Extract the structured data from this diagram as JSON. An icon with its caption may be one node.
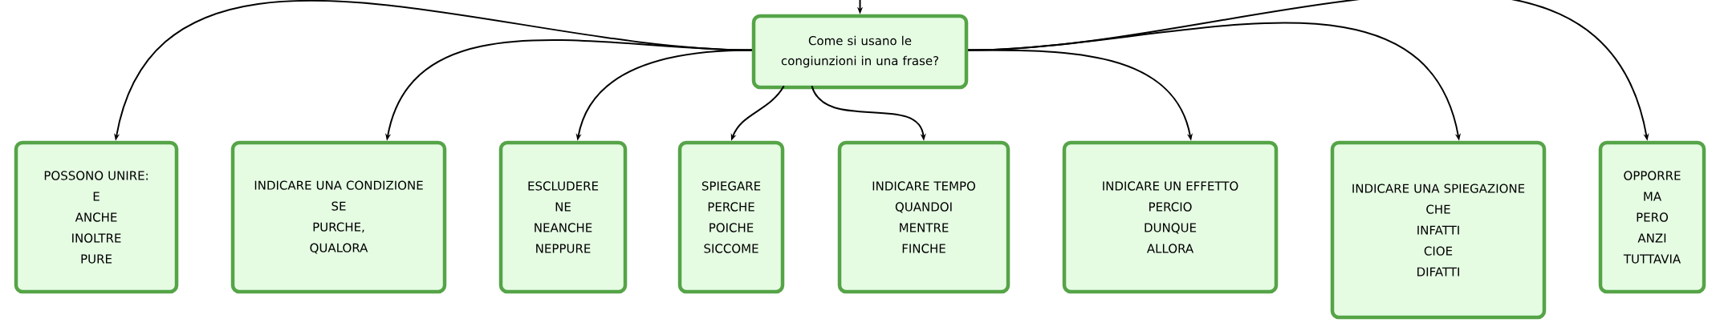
{
  "diagram": {
    "nodes": [
      {
        "text": [
          "Come si usano le congiunzioni in una frase?"
        ]
      },
      {
        "text": [
          "POSSONO UNIRE:",
          "E",
          "ANCHE",
          "INOLTRE",
          "PURE"
        ]
      },
      {
        "text": [
          "INDICARE UNA CONDIZIONE",
          "SE",
          "PURCHE,",
          "QUALORA"
        ]
      },
      {
        "text": [
          "ESCLUDERE",
          "NE",
          "NEANCHE",
          "NEPPURE"
        ]
      },
      {
        "text": [
          "SPIEGARE",
          "PERCHE",
          "POICHE",
          "SICCOME"
        ]
      },
      {
        "text": [
          "INDICARE TEMPO",
          "QUANDOI",
          "MENTRE",
          "FINCHE"
        ]
      },
      {
        "text": [
          "INDICARE UN EFFETTO",
          "PERCIO",
          "DUNQUE",
          "ALLORA"
        ]
      },
      {
        "text": [
          "INDICARE UNA SPIEGAZIONE",
          "CHE",
          "INFATTI",
          "CIOE",
          "DIFATTI"
        ]
      },
      {
        "text": [
          "OPPORRE",
          "MA",
          "PERO",
          "ANZI",
          "TUTTAVIA"
        ]
      }
    ],
    "edges": [
      {
        "from": null,
        "to": 0,
        "arrow": "to"
      },
      {
        "from": 0,
        "to": 1,
        "arrow": "to"
      },
      {
        "from": 0,
        "to": 2,
        "arrow": "to"
      },
      {
        "from": 0,
        "to": 3,
        "arrow": "to"
      },
      {
        "from": 0,
        "to": 4,
        "arrow": "to"
      },
      {
        "from": 0,
        "to": 5,
        "arrow": "to"
      },
      {
        "from": 0,
        "to": 6,
        "arrow": "to"
      },
      {
        "from": 0,
        "to": 7,
        "arrow": "to"
      },
      {
        "from": 0,
        "to": 8,
        "arrow": "to"
      }
    ]
  }
}
